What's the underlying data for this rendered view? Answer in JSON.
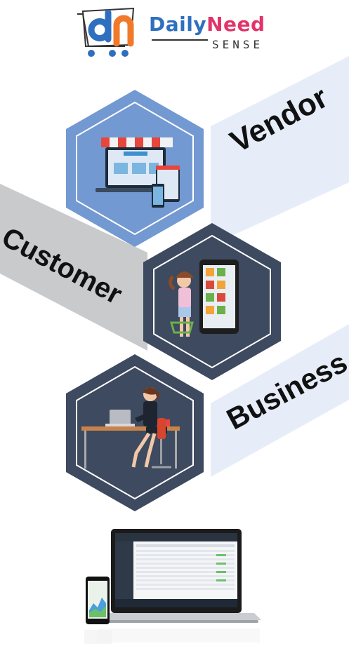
{
  "logo": {
    "mark": "dn",
    "name_part1": "Daily",
    "name_part2": "Need",
    "tagline": "SENSE",
    "colors": {
      "blue": "#2f6fbf",
      "orange": "#f07a2a",
      "pink": "#e2336b"
    }
  },
  "sections": [
    {
      "label": "Vendor",
      "icon": "storefront-devices-illustration"
    },
    {
      "label": "Customer",
      "icon": "shopper-smartphone-illustration"
    },
    {
      "label": "Business",
      "icon": "businesswoman-desk-illustration"
    }
  ],
  "devices": {
    "icon": "laptop-and-phone-dashboard-mockup"
  },
  "colors": {
    "hex_blue": "#7399d2",
    "hex_dark": "#3d4a5f",
    "band_light": "#e7edf8",
    "band_grey": "#c9cacc"
  }
}
